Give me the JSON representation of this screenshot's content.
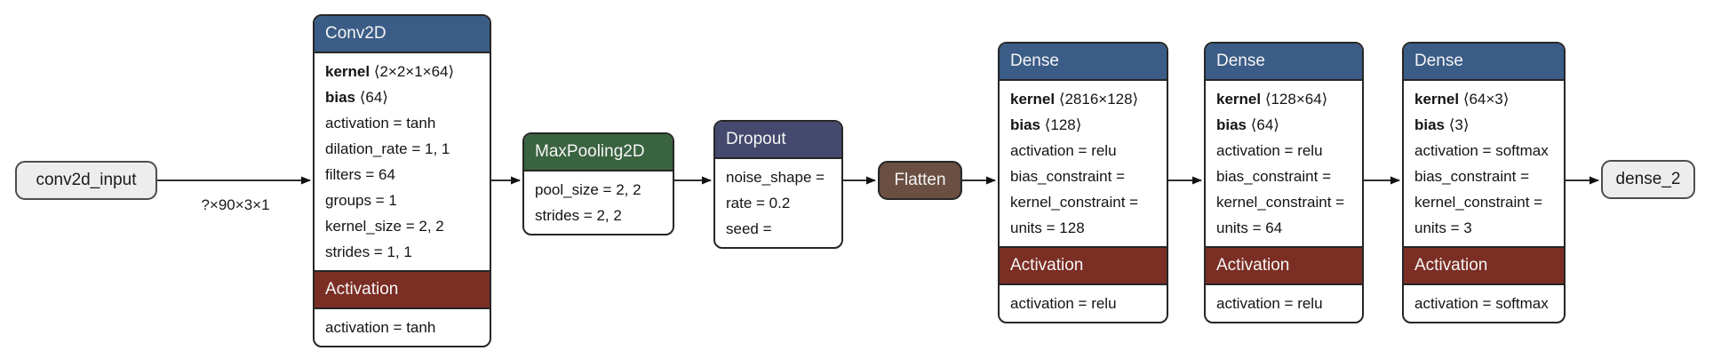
{
  "colors": {
    "layer": "#3a5c86",
    "pool": "#3a6340",
    "dropout": "#46496e",
    "flatten": "#6a4f42",
    "activation": "#7b2e24",
    "io_fill": "#ededed",
    "io_border": "#4d4d4d",
    "card_border": "#262626",
    "edge": "#111111"
  },
  "edge_label": "?×90×3×1",
  "io": {
    "input": "conv2d_input",
    "output": "dense_2"
  },
  "nodes": {
    "conv2d": {
      "title": "Conv2D",
      "attrs": [
        {
          "key": "kernel",
          "value": "⟨2×2×1×64⟩",
          "bold": true
        },
        {
          "key": "bias",
          "value": "⟨64⟩",
          "bold": true
        },
        {
          "key": "activation",
          "value": "tanh"
        },
        {
          "key": "dilation_rate",
          "value": "1, 1"
        },
        {
          "key": "filters",
          "value": "64"
        },
        {
          "key": "groups",
          "value": "1"
        },
        {
          "key": "kernel_size",
          "value": "2, 2"
        },
        {
          "key": "strides",
          "value": "1, 1"
        }
      ],
      "sub": {
        "title": "Activation",
        "attrs": [
          {
            "key": "activation",
            "value": "tanh"
          }
        ]
      }
    },
    "maxpool": {
      "title": "MaxPooling2D",
      "attrs": [
        {
          "key": "pool_size",
          "value": "2, 2"
        },
        {
          "key": "strides",
          "value": "2, 2"
        }
      ]
    },
    "dropout": {
      "title": "Dropout",
      "attrs": [
        {
          "key": "noise_shape",
          "value": ""
        },
        {
          "key": "rate",
          "value": "0.2"
        },
        {
          "key": "seed",
          "value": ""
        }
      ]
    },
    "flatten": {
      "title": "Flatten"
    },
    "dense1": {
      "title": "Dense",
      "attrs": [
        {
          "key": "kernel",
          "value": "⟨2816×128⟩",
          "bold": true
        },
        {
          "key": "bias",
          "value": "⟨128⟩",
          "bold": true
        },
        {
          "key": "activation",
          "value": "relu"
        },
        {
          "key": "bias_constraint",
          "value": ""
        },
        {
          "key": "kernel_constraint",
          "value": ""
        },
        {
          "key": "units",
          "value": "128"
        }
      ],
      "sub": {
        "title": "Activation",
        "attrs": [
          {
            "key": "activation",
            "value": "relu"
          }
        ]
      }
    },
    "dense2": {
      "title": "Dense",
      "attrs": [
        {
          "key": "kernel",
          "value": "⟨128×64⟩",
          "bold": true
        },
        {
          "key": "bias",
          "value": "⟨64⟩",
          "bold": true
        },
        {
          "key": "activation",
          "value": "relu"
        },
        {
          "key": "bias_constraint",
          "value": ""
        },
        {
          "key": "kernel_constraint",
          "value": ""
        },
        {
          "key": "units",
          "value": "64"
        }
      ],
      "sub": {
        "title": "Activation",
        "attrs": [
          {
            "key": "activation",
            "value": "relu"
          }
        ]
      }
    },
    "dense3": {
      "title": "Dense",
      "attrs": [
        {
          "key": "kernel",
          "value": "⟨64×3⟩",
          "bold": true
        },
        {
          "key": "bias",
          "value": "⟨3⟩",
          "bold": true
        },
        {
          "key": "activation",
          "value": "softmax"
        },
        {
          "key": "bias_constraint",
          "value": ""
        },
        {
          "key": "kernel_constraint",
          "value": ""
        },
        {
          "key": "units",
          "value": "3"
        }
      ],
      "sub": {
        "title": "Activation",
        "attrs": [
          {
            "key": "activation",
            "value": "softmax"
          }
        ]
      }
    }
  }
}
